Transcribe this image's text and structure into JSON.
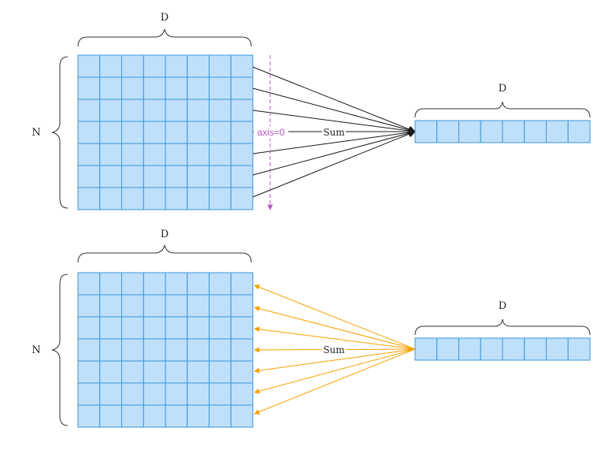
{
  "top": {
    "matrix_width_label": "D",
    "matrix_height_label": "N",
    "vector_width_label": "D",
    "axis_label": "axis=0",
    "op_label": "Sum",
    "rows": 7,
    "cols": 8,
    "vector_cells": 8
  },
  "bottom": {
    "matrix_width_label": "D",
    "matrix_height_label": "N",
    "vector_width_label": "D",
    "op_label": "Sum",
    "rows": 7,
    "cols": 8,
    "vector_cells": 8
  },
  "colors": {
    "cell_fill": "#bfe0fb",
    "cell_stroke": "#3b96da",
    "reduce_arrow": "#1a1a1a",
    "broadcast_arrow": "#f5a100",
    "axis_arrow": "#b655c4",
    "brace": "#333333"
  }
}
